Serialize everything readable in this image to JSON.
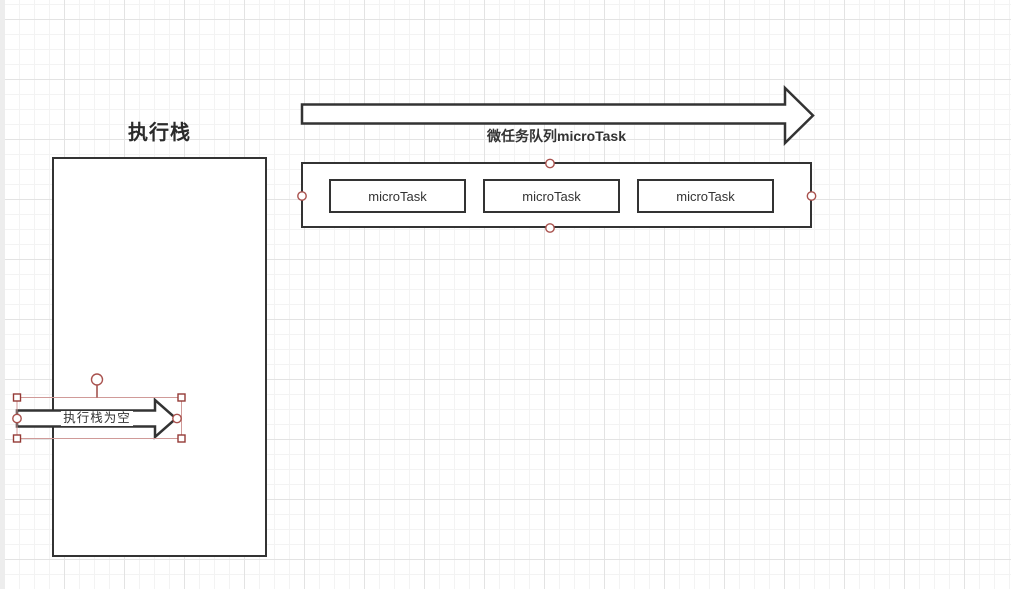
{
  "canvas": {
    "type": "diagram-grid-canvas"
  },
  "colors": {
    "shape_stroke": "#333333",
    "shape_fill": "#ffffff",
    "grid_minor": "#f3f3f3",
    "grid_major": "#e3e3e3",
    "selection_handle": "#953a36",
    "selection_endpoint": "#a9524e",
    "selection_box": "#d09a98",
    "text": "#333333"
  },
  "execution_stack": {
    "title": "执行栈"
  },
  "microtask_queue": {
    "title": "微任务队列microTask",
    "items": [
      "microTask",
      "microTask",
      "microTask"
    ]
  },
  "empty_stack_arrow": {
    "label": "执行栈为空",
    "selected": true
  }
}
